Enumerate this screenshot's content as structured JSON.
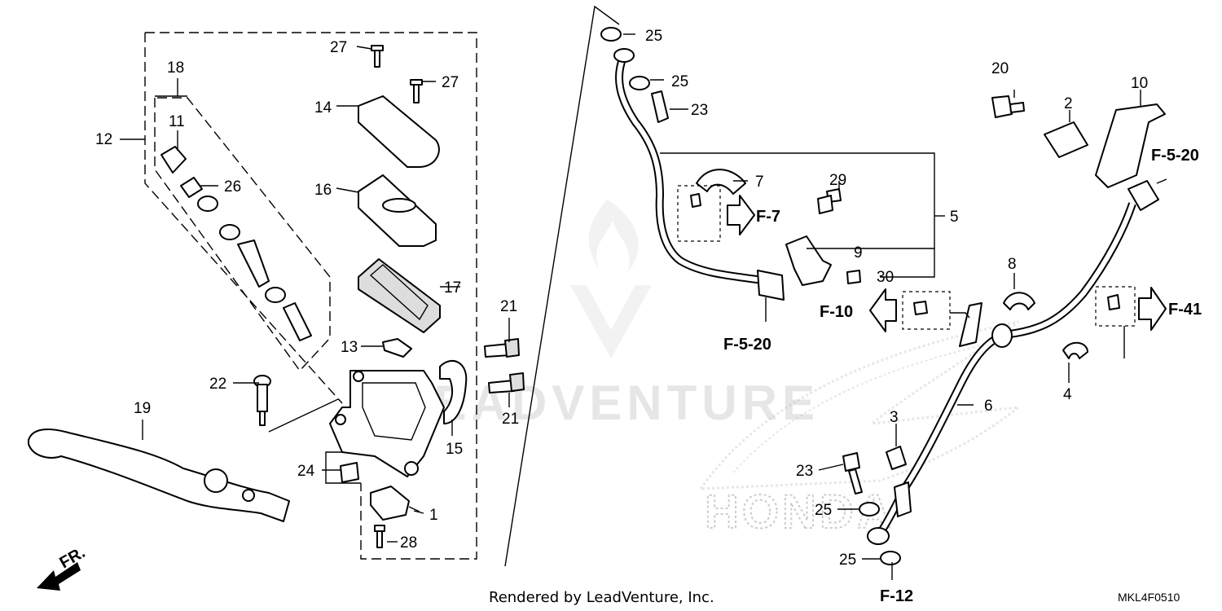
{
  "diagram": {
    "callouts": {
      "p1": "1",
      "p2": "2",
      "p3": "3",
      "p4": "4",
      "p5": "5",
      "p6": "6",
      "p7": "7",
      "p8": "8",
      "p9": "9",
      "p10": "10",
      "p11": "11",
      "p12": "12",
      "p13": "13",
      "p14": "14",
      "p15": "15",
      "p16": "16",
      "p17": "17",
      "p18": "18",
      "p19": "19",
      "p20": "20",
      "p21a": "21",
      "p21b": "21",
      "p22": "22",
      "p23a": "23",
      "p23b": "23",
      "p24": "24",
      "p25a": "25",
      "p25b": "25",
      "p25c": "25",
      "p25d": "25",
      "p26": "26",
      "p27a": "27",
      "p27b": "27",
      "p28": "28",
      "p29": "29",
      "p30": "30"
    },
    "references": {
      "f7": "F-7",
      "f5_20_hose": "F-5-20",
      "f5_20_top": "F-5-20",
      "f10": "F-10",
      "f41": "F-41",
      "f12": "F-12"
    },
    "direction_label": "FR.",
    "watermark_text": "LEADVENTURE",
    "watermark_brand": "HONDA",
    "footer_credit": "Rendered by LeadVenture, Inc.",
    "diagram_code": "MKL4F0510"
  }
}
